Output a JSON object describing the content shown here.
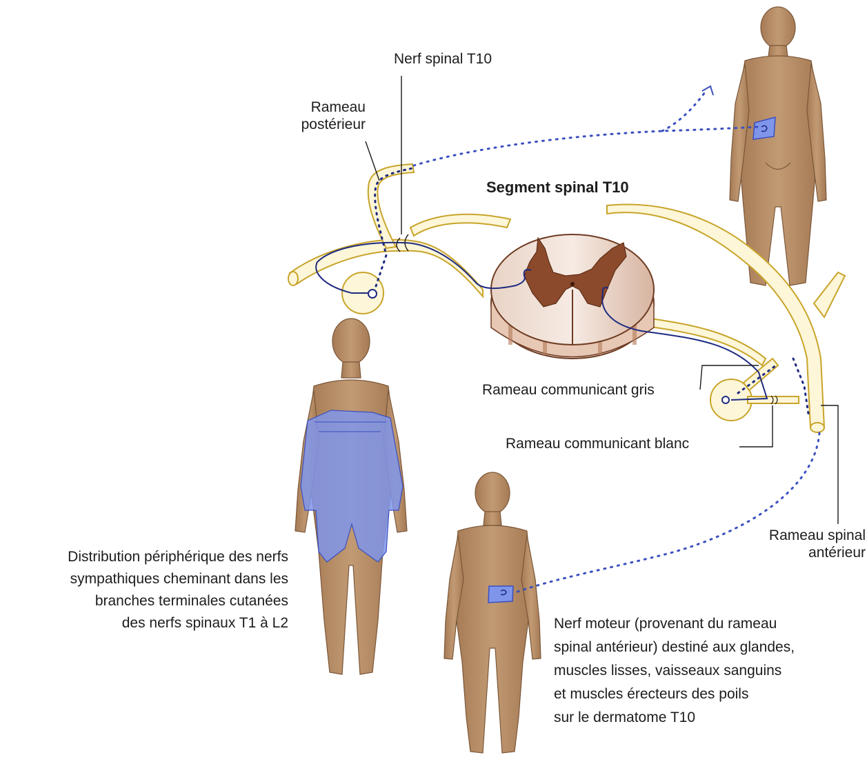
{
  "labels": {
    "nerf_spinal": "Nerf spinal T10",
    "rameau_posterieur": [
      "Rameau",
      "postérieur"
    ],
    "segment_spinal": "Segment spinal T10",
    "rameau_communicant_gris": "Rameau communicant gris",
    "rameau_communicant_blanc": "Rameau communicant blanc",
    "rameau_spinal_anterieur": [
      "Rameau spinal",
      "antérieur"
    ],
    "distribution": [
      "Distribution périphérique des nerfs",
      "sympathiques cheminant dans les",
      "branches terminales cutanées",
      "des nerfs spinaux T1 à L2"
    ],
    "nerf_moteur": [
      "Nerf moteur (provenant du rameau",
      "spinal antérieur) destiné aux glandes,",
      "muscles lisses, vaisseaux sanguins",
      "et muscles érecteurs des poils",
      "sur le dermatome T10"
    ]
  },
  "colors": {
    "skin": "#b98f6a",
    "skin_outline": "#7a5638",
    "nerve_fill": "#fdf6d8",
    "nerve_outline": "#c8a42a",
    "dermatome_fill": "#7f95ea",
    "dermatome_outline": "#3a4fbf",
    "cord_gray": "#8b4a2b",
    "cord_white": "#f3e9e2",
    "pathway": "#3a4fbf",
    "text": "#1c1c1c"
  }
}
